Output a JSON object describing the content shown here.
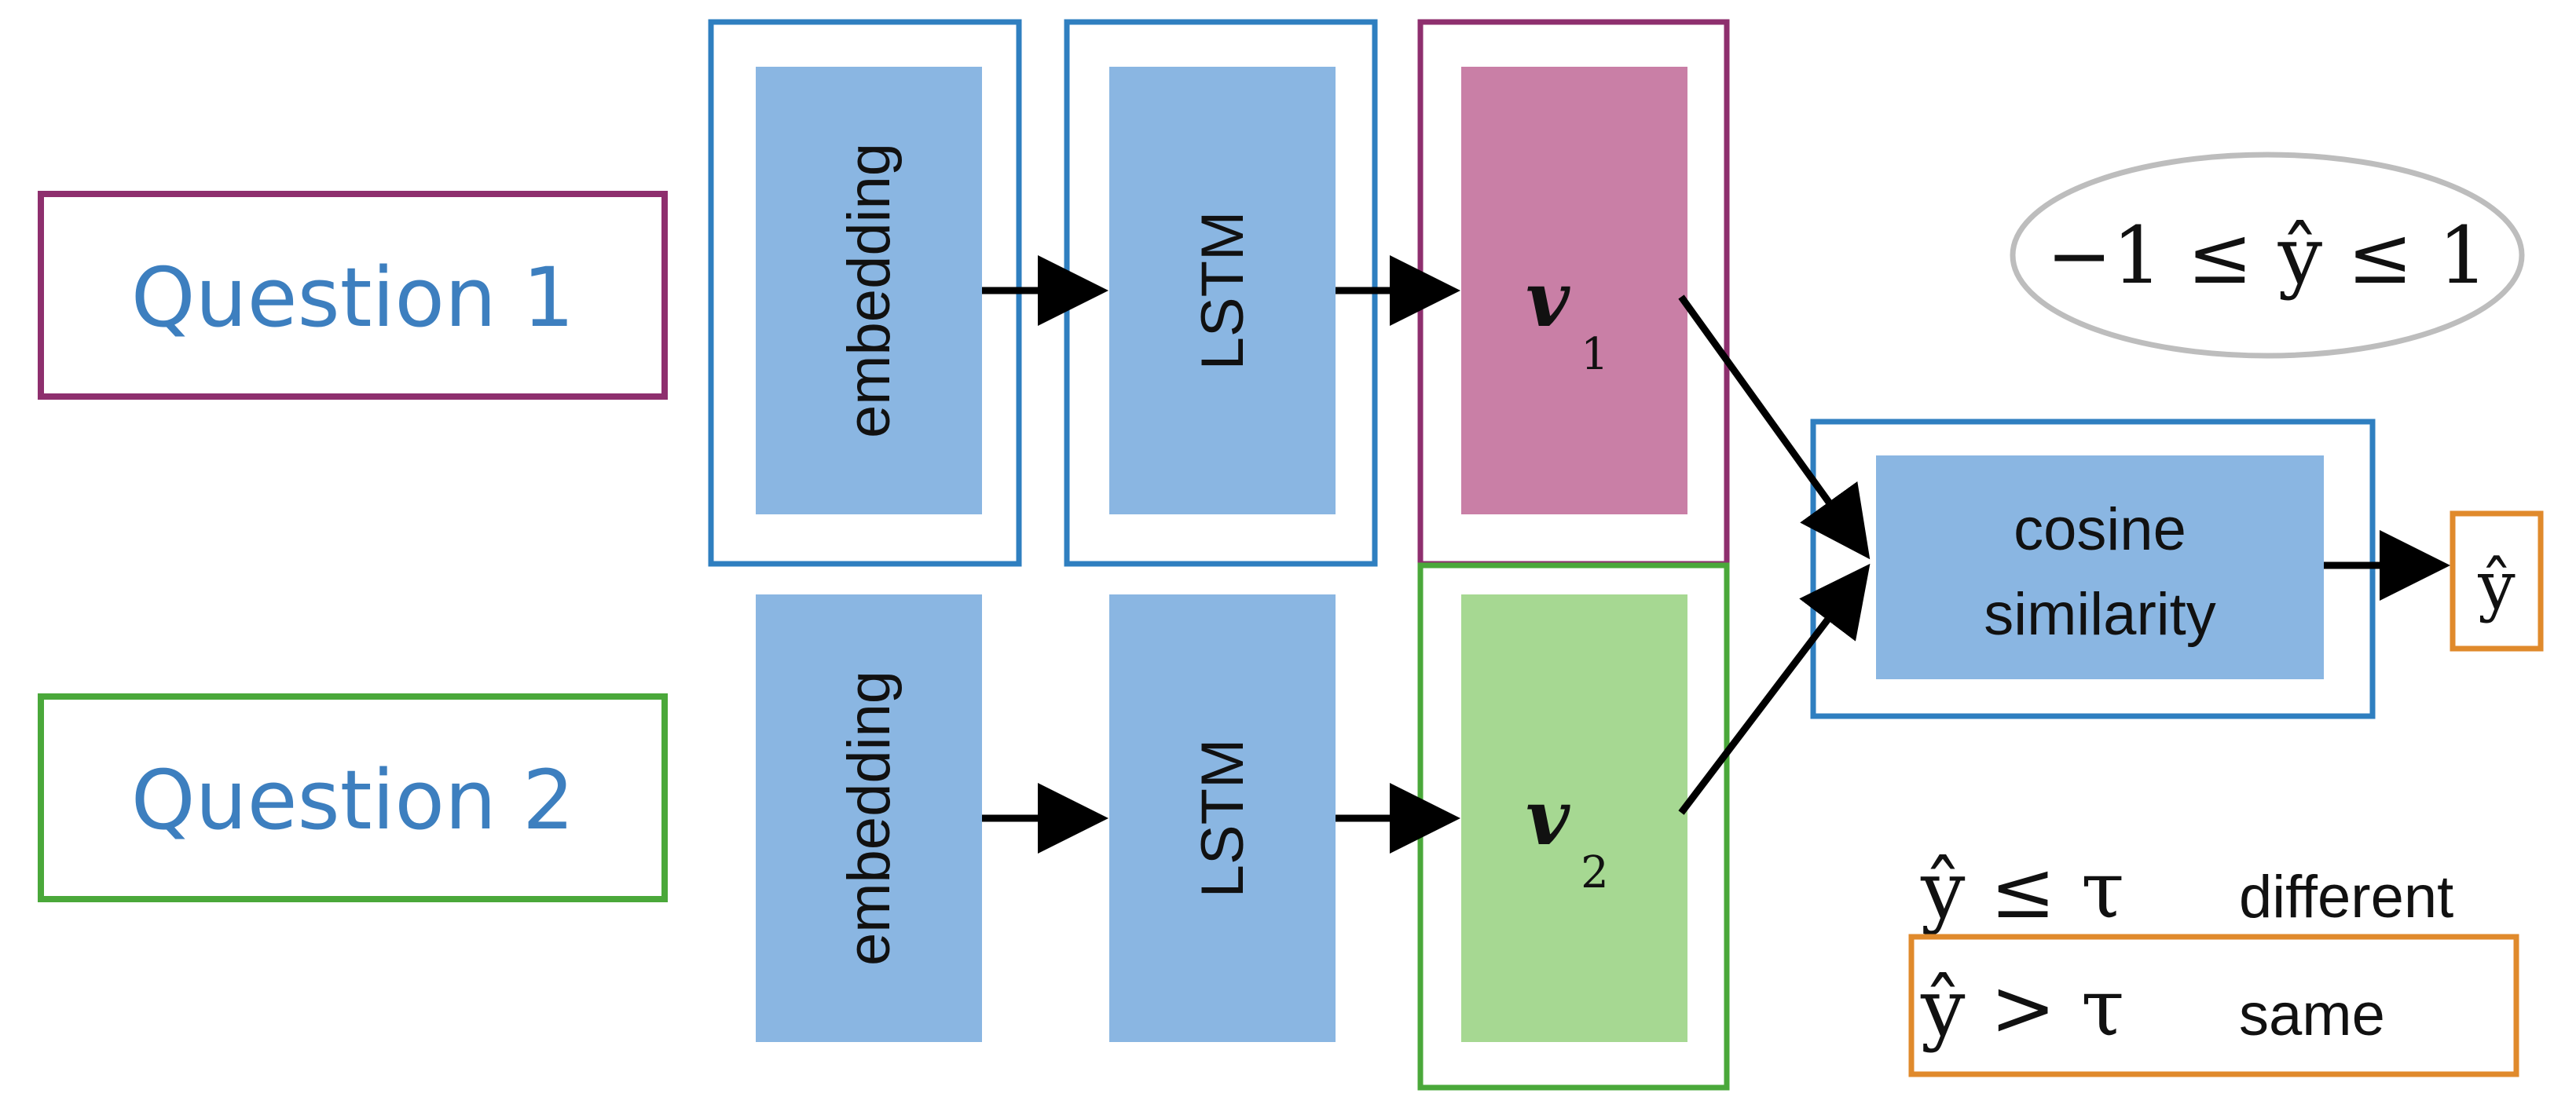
{
  "inputs": {
    "question1": "Question 1",
    "question2": "Question 2"
  },
  "layers": {
    "embedding": "embedding",
    "lstm": "LSTM",
    "cosine_line1": "cosine",
    "cosine_line2": "similarity"
  },
  "vectors": {
    "v1_symbol": "v",
    "v1_subscript": "1",
    "v2_symbol": "v",
    "v2_subscript": "2"
  },
  "output": {
    "label": "ŷ"
  },
  "range": {
    "text": "−1 ≤ ŷ ≤ 1"
  },
  "decision": {
    "rule_different": "ŷ ≤ τ",
    "label_different": "different",
    "rule_same": "ŷ > τ",
    "label_same": "same"
  },
  "colors": {
    "question1_border": "#8e2f6e",
    "question2_border": "#4aa83a",
    "siamese_border": "#2f7fc0",
    "block_fill": "#8ab6e2",
    "v1_fill": "#c97fa6",
    "v2_fill": "#a6d892",
    "output_border": "#e08a2c",
    "question_text": "#3d7fbf",
    "ellipse_border": "#bdbdbd"
  }
}
